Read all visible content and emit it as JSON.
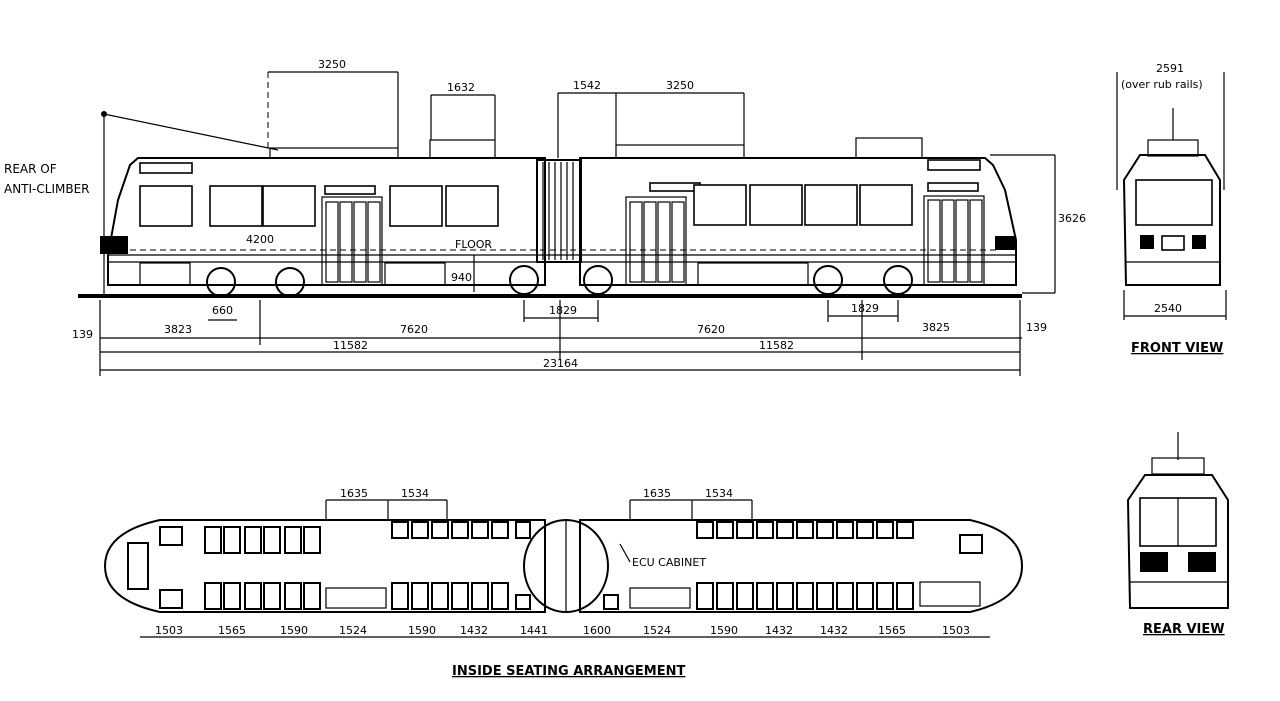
{
  "side_view": {
    "rear_label_line1": "REAR OF",
    "rear_label_line2": "ANTI-CLIMBER",
    "floor_label": "FLOOR",
    "dim_3250_left": "3250",
    "dim_1632": "1632",
    "dim_1542": "1542",
    "dim_3250_right": "3250",
    "dim_4200": "4200",
    "dim_940": "940",
    "dim_3626": "3626",
    "dim_660": "660",
    "dim_1829_left": "1829",
    "dim_1829_right": "1829",
    "dim_139_left": "139",
    "dim_139_right": "139",
    "dim_3823": "3823",
    "dim_7620_left": "7620",
    "dim_7620_right": "7620",
    "dim_3825": "3825",
    "dim_11582_left": "11582",
    "dim_11582_right": "11582",
    "dim_23164": "23164"
  },
  "front_view": {
    "width_top": "2591",
    "width_top_note": "(over rub rails)",
    "width_bottom": "2540",
    "title": "FRONT VIEW"
  },
  "rear_view": {
    "title": "REAR VIEW"
  },
  "plan_view": {
    "title": "INSIDE SEATING ARRANGEMENT",
    "ecu_label": "ECU CABINET",
    "top_dims": [
      "1635",
      "1534",
      "1635",
      "1534"
    ],
    "bottom_dims": [
      "1503",
      "1565",
      "1590",
      "1524",
      "1590",
      "1432",
      "1441",
      "1600",
      "1524",
      "1590",
      "1432",
      "1432",
      "1565",
      "1503"
    ]
  }
}
